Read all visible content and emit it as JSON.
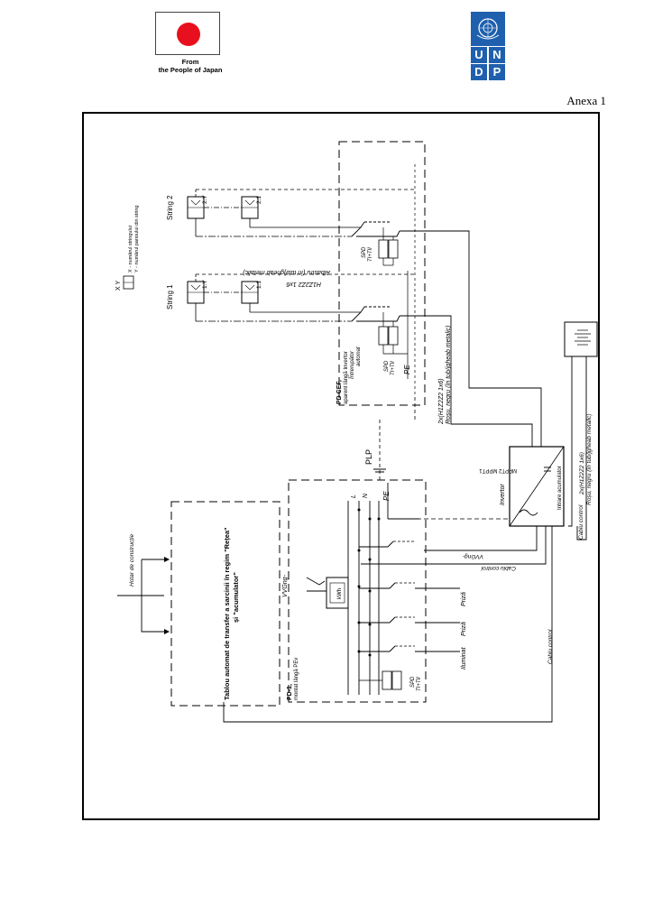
{
  "header": {
    "japan_caption_line1": "From",
    "japan_caption_line2": "the People of Japan",
    "undp_letters": [
      "U",
      "N",
      "D",
      "P"
    ],
    "annex": "Anexa 1"
  },
  "diagram": {
    "legend_xy": "X Y",
    "legend_x": "X - numărul stringului",
    "legend_y": "Y - numărul panoului din string",
    "string1": "String 1",
    "string2": "String 2",
    "panel_labels": [
      "1.Y",
      "1.1",
      "2.Y",
      "2.1"
    ],
    "cable_dc_string": "H1Z2Z2 1x6",
    "cable_dc_string_note": "Albastru (în tub/jgheab metalic)",
    "spd_label": "SPD",
    "spd_class": "TI+TII",
    "pe_label": "PE",
    "pd_cef_title": "PD CEF,",
    "pd_cef_line1": "aparent lângă Invertor",
    "pd_cef_line2": "Întrerupător",
    "pd_cef_line3": "automat",
    "cable_dc_main": "2x(H1Z2Z2 1x6)",
    "cable_dc_main_note": "Roșu, negru (în tub/jgheab metalic)",
    "cable_battery": "2x(H1Z2Z2 1x6)",
    "cable_battery_note": "Roșu, negru (în tub/jgheab metalic)",
    "inverter_label": "Invertor",
    "mppt_label": "MPPT2 MPPT1",
    "battery_input": "Intrare acumulator",
    "cable_control": "Cablu control",
    "plp_label": "PLP",
    "l_label": "L",
    "n_label": "N",
    "vvgng_label": "VVGng-",
    "kwh_label": "kWh",
    "priza": "Priză",
    "iluminat": "Iluminat",
    "pd1_title": "PD-1,",
    "pd1_subtitle": "montat lângă PEv",
    "ats_line1": "Tablou automat de transfer a sarcinii în regim \"Rețea\"",
    "ats_line2": "și \"acumulator\"",
    "site_boundary": "Hotar de construcție"
  },
  "colors": {
    "japan_red": "#e8101e",
    "undp_blue": "#1f60ae",
    "line": "#000000"
  }
}
